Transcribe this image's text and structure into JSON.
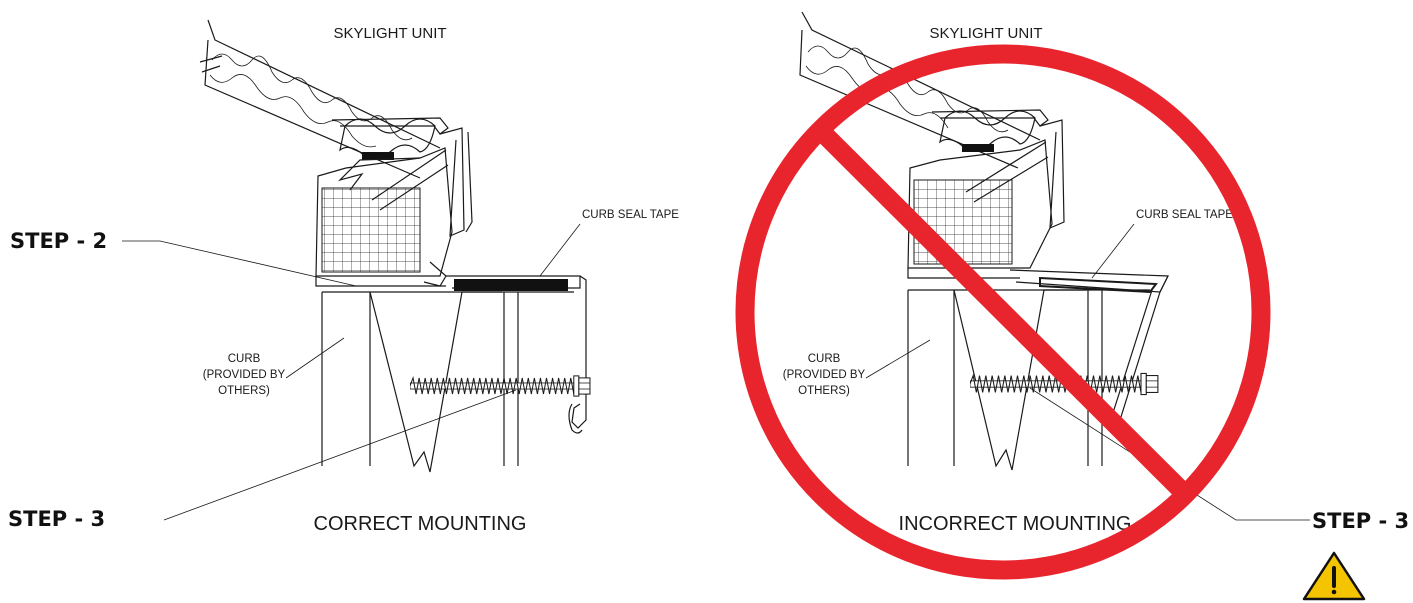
{
  "left_detail": {
    "unit_label": "SKYLIGHT UNIT",
    "seal_label": "CURB SEAL TAPE",
    "curb_label_line1": "CURB",
    "curb_label_line2": "(PROVIDED BY",
    "curb_label_line3": "OTHERS)",
    "step_upper": "STEP - 2",
    "step_lower": "STEP - 3",
    "caption": "CORRECT MOUNTING"
  },
  "right_detail": {
    "unit_label": "SKYLIGHT UNIT",
    "seal_label": "CURB SEAL TAPE",
    "curb_label_line1": "CURB",
    "curb_label_line2": "(PROVIDED BY",
    "curb_label_line3": "OTHERS)",
    "step_label": "STEP - 3",
    "caption": "INCORRECT MOUNTING"
  },
  "colors": {
    "prohibition_red": "#e8242c",
    "warning_yellow": "#f4c400",
    "line": "#1a1a1a"
  },
  "icons": {
    "prohibition": "no-symbol-icon",
    "warning": "warning-triangle-icon"
  }
}
